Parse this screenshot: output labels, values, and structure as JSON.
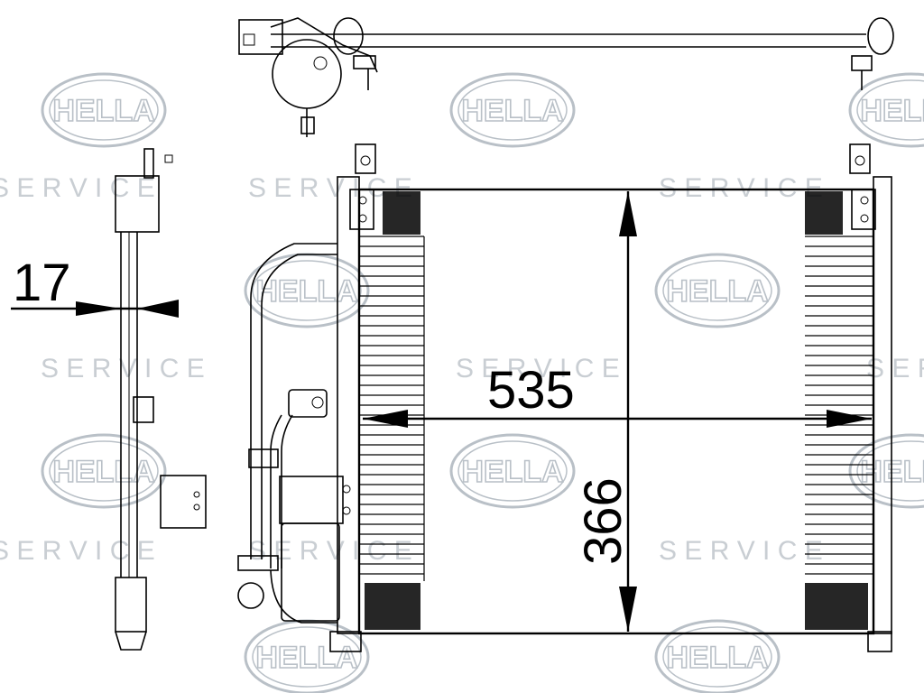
{
  "watermark": {
    "brand": "HELLA",
    "service_word": "S E R V I C E",
    "colors": {
      "logo": "#b9c0c7",
      "text": "#c9ced3"
    }
  },
  "dimensions": {
    "width_label": "535",
    "height_label": "366",
    "thickness_label": "17"
  },
  "colors": {
    "line": "#000000",
    "background": "#ffffff"
  }
}
